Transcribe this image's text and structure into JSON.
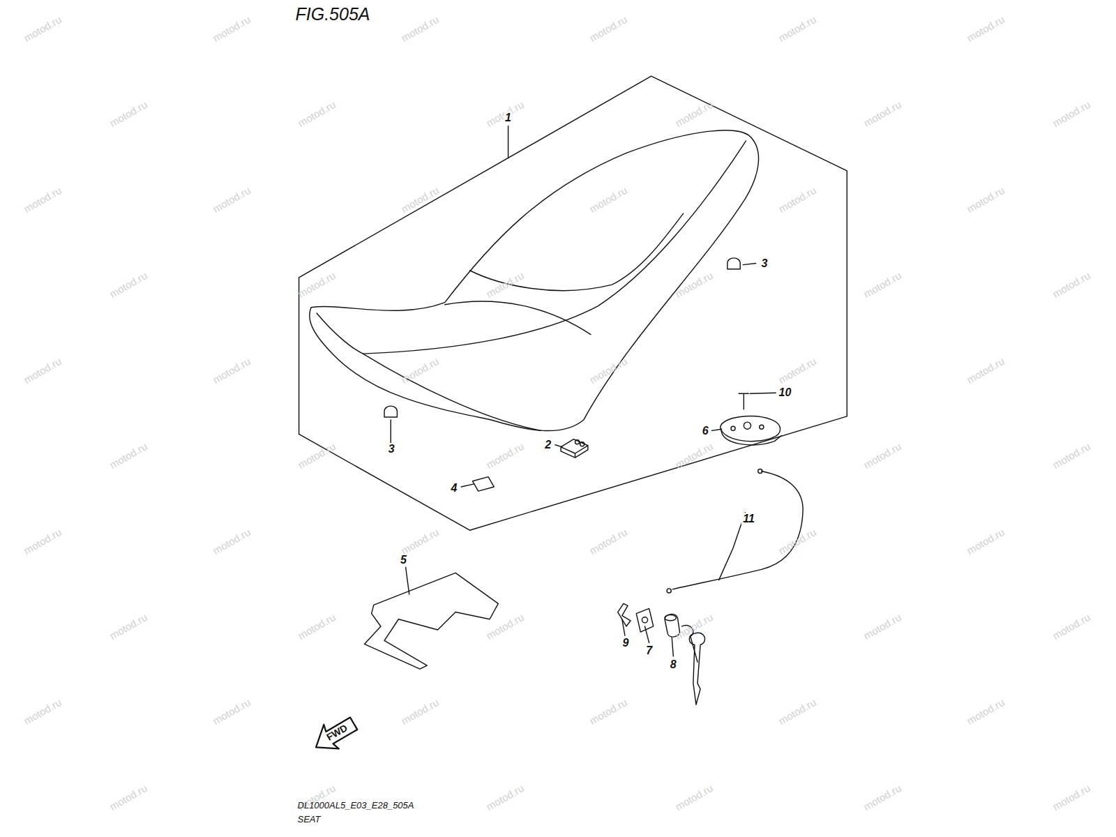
{
  "diagram": {
    "title": "FIG.505A",
    "caption": "SEAT",
    "labels": [
      "DL1000AL5_E03_E28_505A",
      "1",
      "3",
      "3",
      "2",
      "4",
      "10",
      "6",
      "11",
      "5",
      "9",
      "7",
      "8",
      "FWD",
      "motod.ru",
      "motod.ru",
      "motod.ru",
      "motod.ru",
      "motod.ru",
      "motod.ru",
      "motod.ru",
      "motod.ru",
      "motod.ru",
      "motod.ru",
      "motod.ru",
      "motod.ru",
      "motod.ru",
      "motod.ru",
      "motod.ru",
      "motod.ru",
      "motod.ru",
      "motod.ru",
      "motod.ru",
      "motod.ru",
      "motod.ru",
      "motod.ru",
      "motod.ru",
      "motod.ru",
      "motod.ru",
      "motod.ru",
      "motod.ru",
      "motod.ru",
      "motod.ru",
      "motod.ru",
      "motod.ru",
      "motod.ru",
      "motod.ru",
      "motod.ru",
      "motod.ru",
      "motod.ru",
      "motod.ru",
      "motod.ru",
      "motod.ru",
      "motod.ru",
      "motod.ru",
      "motod.ru",
      "motod.ru",
      "motod.ru",
      "motod.ru",
      "motod.ru",
      "motod.ru",
      "motod.ru",
      "motod.ru",
      "motod.ru",
      "motod.ru",
      "motod.ru",
      "motod.ru",
      "motod.ru",
      "motod.ru",
      "motod.ru",
      "motod.ru",
      "motod.ru",
      "motod.ru",
      "motod.ru"
    ]
  }
}
